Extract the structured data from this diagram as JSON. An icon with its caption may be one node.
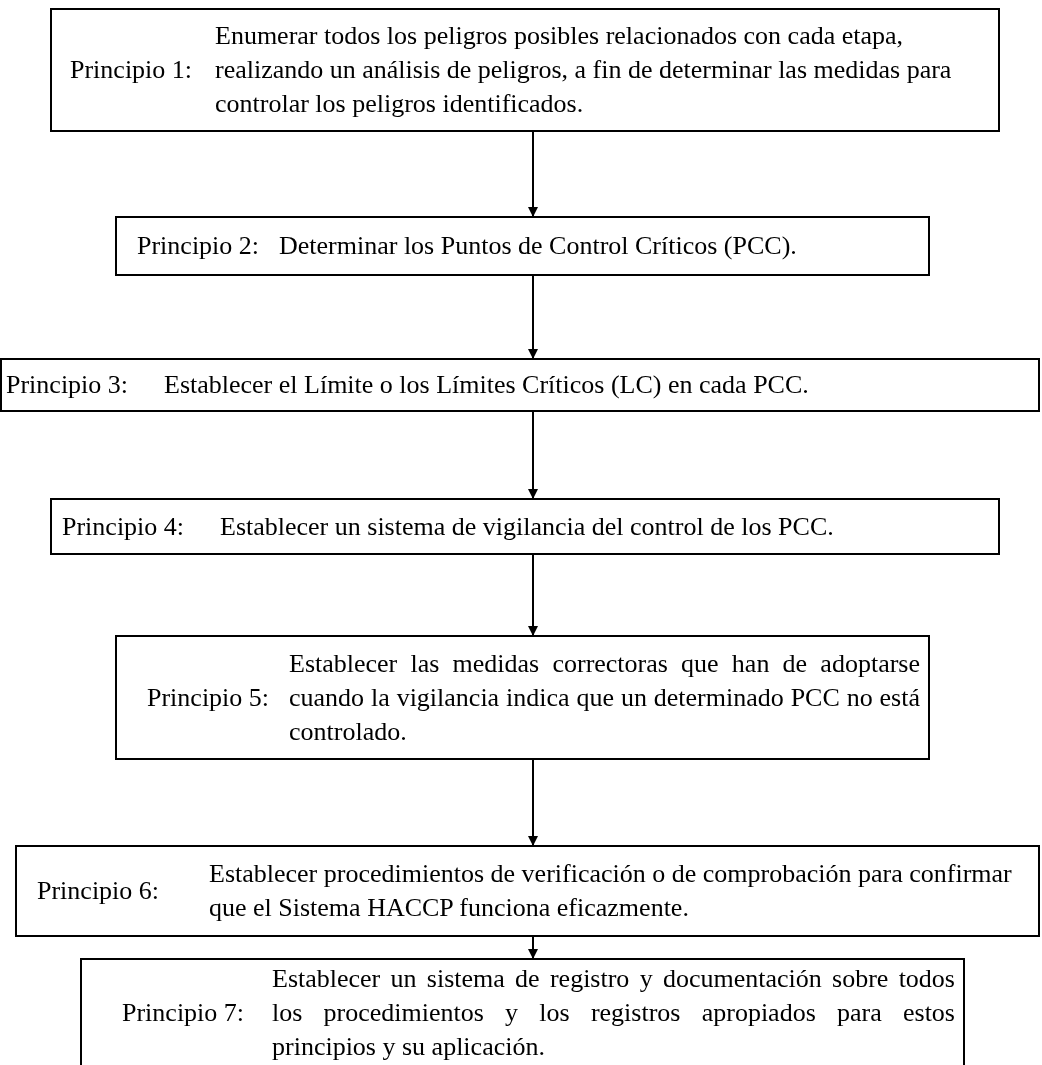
{
  "diagram": {
    "nodes": [
      {
        "text": [
          "Principio 1:",
          "Enumerar todos los peligros posibles relacionados con cada etapa, realizando un análisis de peligros, a fin de determinar las medidas para controlar los peligros identificados."
        ]
      },
      {
        "text": [
          "Principio 2:",
          "Determinar los Puntos de Control Críticos (PCC)."
        ]
      },
      {
        "text": [
          "Principio 3:",
          "Establecer el Límite o los Límites Críticos (LC) en cada PCC."
        ]
      },
      {
        "text": [
          "Principio 4:",
          "Establecer un sistema de vigilancia del control de los PCC."
        ]
      },
      {
        "text": [
          "Principio 5:",
          "Establecer las medidas correctoras que han de adoptarse cuando la vigilancia indica que un determinado PCC no está controlado."
        ]
      },
      {
        "text": [
          "Principio 6:",
          "Establecer procedimientos de verificación o de comprobación para confirmar que el Sistema HACCP funciona eficazmente."
        ]
      },
      {
        "text": [
          "Principio 7:",
          "Establecer un sistema de registro y documentación sobre todos los procedimientos y los registros apropiados para estos principios y su aplicación."
        ]
      }
    ],
    "edges": [
      {
        "from": 0,
        "to": 1,
        "arrow": "to"
      },
      {
        "from": 1,
        "to": 2,
        "arrow": "to"
      },
      {
        "from": 2,
        "to": 3,
        "arrow": "to"
      },
      {
        "from": 3,
        "to": 4,
        "arrow": "to"
      },
      {
        "from": 4,
        "to": 5,
        "arrow": "to"
      },
      {
        "from": 5,
        "to": 6,
        "arrow": "to"
      }
    ]
  }
}
